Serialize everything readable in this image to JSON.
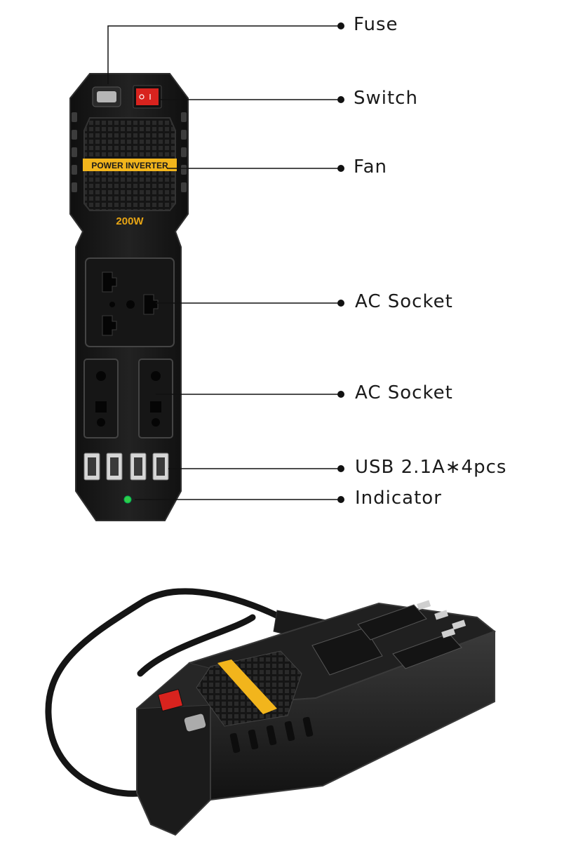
{
  "product": {
    "band_text": "POWER INVERTER",
    "wattage": "200W",
    "colors": {
      "body": "#1b1b1b",
      "body_edge": "#2e2e2e",
      "band": "#f2b51c",
      "switch": "#d8231e",
      "wattage_text": "#e8a514",
      "indicator_led": "#2fcf4a"
    }
  },
  "callouts": [
    {
      "id": "fuse",
      "label": "Fuse"
    },
    {
      "id": "switch",
      "label": "Switch"
    },
    {
      "id": "fan",
      "label": "Fan"
    },
    {
      "id": "ac-socket-universal",
      "label": "AC Socket"
    },
    {
      "id": "ac-socket-pair",
      "label": "AC Socket"
    },
    {
      "id": "usb",
      "label": "USB 2.1A∗4pcs"
    },
    {
      "id": "indicator",
      "label": "Indicator"
    }
  ]
}
